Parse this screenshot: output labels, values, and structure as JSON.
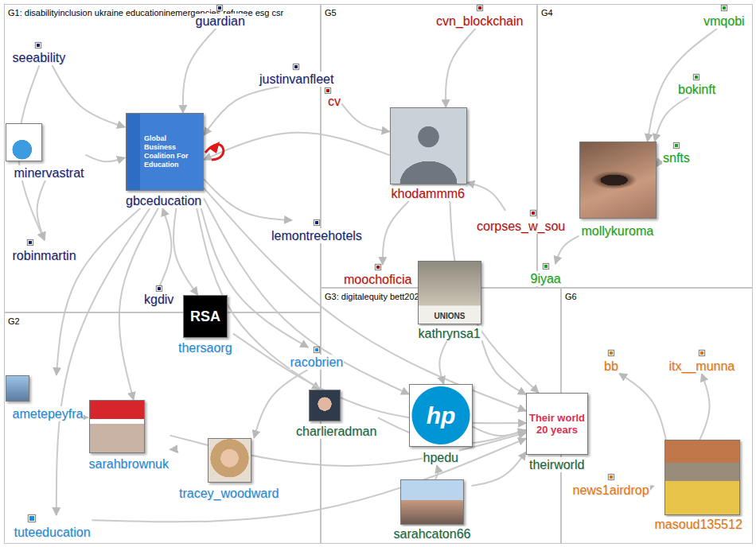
{
  "diagram": {
    "nodes": [
      {
        "text": [
          "G1: disabilityinclusion ukraine educationinemergencies refugee esg csr"
        ]
      },
      {
        "text": [
          "guardian"
        ],
        "in": 0
      },
      {
        "text": [
          "seeability"
        ],
        "in": 0
      },
      {
        "text": [
          "justinvanfleet"
        ],
        "in": 0
      },
      {
        "text": [
          "minervastrat"
        ],
        "in": 0
      },
      {
        "text": [
          "Global Business Coalition For Education",
          "gbceducation"
        ],
        "in": 0
      },
      {
        "text": [
          "lemontreehotels"
        ],
        "in": 0
      },
      {
        "text": [
          "robinmartin"
        ],
        "in": 0
      },
      {
        "text": [
          "kgdiv"
        ],
        "in": 0
      },
      {
        "text": [
          "G5"
        ]
      },
      {
        "text": [
          "cvn_blockchain"
        ],
        "in": 9
      },
      {
        "text": [
          "cv"
        ],
        "in": 9
      },
      {
        "text": [
          "khodammm6"
        ],
        "in": 9
      },
      {
        "text": [
          "corpses_w_sou"
        ],
        "in": 9
      },
      {
        "text": [
          "moochoficia"
        ],
        "in": 9
      },
      {
        "text": [
          "G4"
        ]
      },
      {
        "text": [
          "vmqobi"
        ],
        "in": 15
      },
      {
        "text": [
          "bokinft"
        ],
        "in": 15
      },
      {
        "text": [
          "snfts"
        ],
        "in": 15
      },
      {
        "text": [
          "mollykuroma"
        ],
        "in": 15
      },
      {
        "text": [
          "9iyaa"
        ],
        "in": 15
      },
      {
        "text": [
          "G2"
        ]
      },
      {
        "text": [
          "RSA",
          "thersaorg"
        ],
        "in": 21
      },
      {
        "text": [
          "ametepeyfra"
        ],
        "in": 21
      },
      {
        "text": [
          "sarahbrownuk"
        ],
        "in": 21
      },
      {
        "text": [
          "tracey_woodward"
        ],
        "in": 21
      },
      {
        "text": [
          "racobrien"
        ],
        "in": 21
      },
      {
        "text": [
          "tuteeducation"
        ],
        "in": 21
      },
      {
        "text": [
          "G3: digitalequity bett2022"
        ]
      },
      {
        "text": [
          "UNIONS",
          "kathrynsa1"
        ],
        "in": 28
      },
      {
        "text": [
          "charlieradman"
        ],
        "in": 28
      },
      {
        "text": [
          "hp",
          "hpedu"
        ],
        "in": 28
      },
      {
        "text": [
          "sarahcaton66"
        ],
        "in": 28
      },
      {
        "text": [
          "Their world 20 years",
          "theirworld"
        ],
        "in": 28
      },
      {
        "text": [
          "G6"
        ]
      },
      {
        "text": [
          "bb"
        ],
        "in": 34
      },
      {
        "text": [
          "itx__munna"
        ],
        "in": 34
      },
      {
        "text": [
          "news1airdrop"
        ],
        "in": 34
      },
      {
        "text": [
          "masoud135512"
        ],
        "in": 34
      }
    ],
    "edges": [
      {
        "from": 4,
        "to": 5,
        "arrow": "to"
      },
      {
        "from": 2,
        "to": 5,
        "arrow": "to"
      },
      {
        "from": 2,
        "to": 7,
        "arrow": "to"
      },
      {
        "from": 1,
        "to": 5,
        "arrow": "to"
      },
      {
        "from": 3,
        "to": 5,
        "arrow": "to"
      },
      {
        "from": 5,
        "to": 6,
        "arrow": "to"
      },
      {
        "from": 4,
        "to": 7,
        "arrow": "to"
      },
      {
        "from": 8,
        "to": 5,
        "arrow": "to"
      },
      {
        "from": 5,
        "to": 22,
        "arrow": "to"
      },
      {
        "from": 5,
        "to": 26,
        "arrow": "to"
      },
      {
        "from": 5,
        "to": 30,
        "arrow": "to"
      },
      {
        "from": 5,
        "to": 24,
        "arrow": "to"
      },
      {
        "from": 5,
        "to": 33,
        "arrow": "to"
      },
      {
        "from": 5,
        "to": 31,
        "arrow": "to"
      },
      {
        "from": 5,
        "to": 23,
        "arrow": "to"
      },
      {
        "from": 5,
        "to": 27,
        "arrow": "to"
      },
      {
        "from": 12,
        "to": 5,
        "arrow": "to"
      },
      {
        "from": 10,
        "to": 12,
        "arrow": "to"
      },
      {
        "from": 12,
        "to": 14,
        "arrow": "to"
      },
      {
        "from": 13,
        "to": 12,
        "arrow": "to"
      },
      {
        "from": 11,
        "to": 12,
        "arrow": "to"
      },
      {
        "from": 12,
        "to": 33,
        "arrow": "to"
      },
      {
        "from": 16,
        "to": 19,
        "arrow": "to"
      },
      {
        "from": 17,
        "to": 19,
        "arrow": "to"
      },
      {
        "from": 18,
        "to": 19,
        "arrow": "to"
      },
      {
        "from": 19,
        "to": 20,
        "arrow": "to"
      },
      {
        "from": 29,
        "to": 31,
        "arrow": "to"
      },
      {
        "from": 29,
        "to": 33,
        "arrow": "to"
      },
      {
        "from": 31,
        "to": 33,
        "arrow": "to"
      },
      {
        "from": 32,
        "to": 33,
        "arrow": "to"
      },
      {
        "from": 30,
        "to": 33,
        "arrow": "to"
      },
      {
        "from": 32,
        "to": 31,
        "arrow": "to"
      },
      {
        "from": 23,
        "to": 24,
        "arrow": "to"
      },
      {
        "from": 24,
        "to": 33,
        "arrow": "to"
      },
      {
        "from": 25,
        "to": 24,
        "arrow": "to"
      },
      {
        "from": 27,
        "to": 33,
        "arrow": "to"
      },
      {
        "from": 22,
        "to": 33,
        "arrow": "to"
      },
      {
        "from": 26,
        "to": 25,
        "arrow": "to"
      },
      {
        "from": 38,
        "to": 36,
        "arrow": "to"
      },
      {
        "from": 38,
        "to": 35,
        "arrow": "to"
      },
      {
        "from": 37,
        "to": 38,
        "arrow": "to"
      }
    ]
  }
}
